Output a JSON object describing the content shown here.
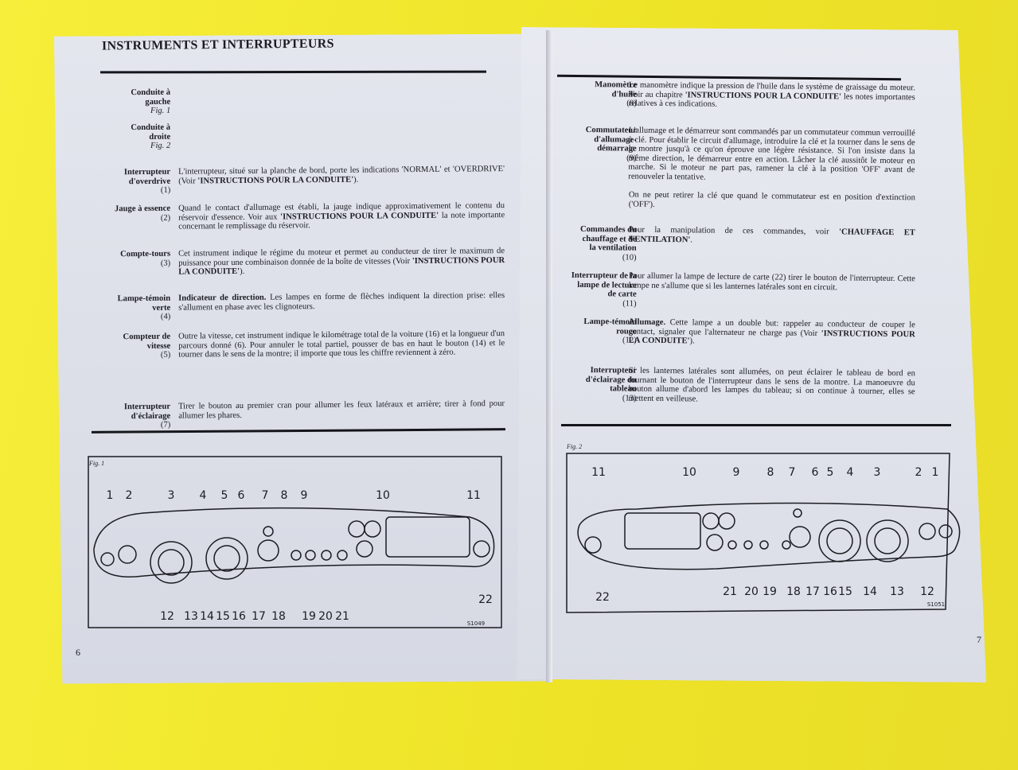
{
  "left_page": {
    "title": "INSTRUMENTS ET INTERRUPTEURS",
    "page_number": "6",
    "entries": [
      {
        "label": [
          "Conduite à",
          "gauche"
        ],
        "fig": "Fig. 1",
        "body": []
      },
      {
        "label": [
          "Conduite à",
          "droite"
        ],
        "fig": "Fig. 2",
        "body": []
      },
      {
        "label": [
          "Interrupteur",
          "d'overdrive"
        ],
        "num": "(1)",
        "body": [
          [
            "L'interrupteur, situé sur la planche de bord, porte les indications 'NORMAL' et 'OVERDRIVE' (Voir ",
            false
          ],
          [
            "'INSTRUCTIONS POUR LA CONDUITE'",
            true
          ],
          [
            ").",
            false
          ]
        ]
      },
      {
        "label": [
          "Jauge à essence"
        ],
        "num": "(2)",
        "body": [
          [
            "Quand le contact d'allumage est établi, la jauge indique approximativement le contenu du réservoir d'essence. Voir aux ",
            false
          ],
          [
            "'INSTRUCTIONS POUR LA CONDUITE'",
            true
          ],
          [
            " la note importante concernant le remplissage du réservoir.",
            false
          ]
        ]
      },
      {
        "label": [
          "Compte-tours"
        ],
        "num": "(3)",
        "body": [
          [
            "Cet instrument indique le régime du moteur et permet au conducteur de tirer le maximum de puissance pour une combinaison donnée de la boîte de vitesses (Voir ",
            false
          ],
          [
            "'INSTRUCTIONS POUR LA CONDUITE'",
            true
          ],
          [
            ").",
            false
          ]
        ]
      },
      {
        "label": [
          "Lampe-témoin",
          "verte"
        ],
        "num": "(4)",
        "body": [
          [
            "Indicateur de direction.",
            true
          ],
          [
            " Les lampes en forme de flèches indiquent la direction prise: elles s'allument en phase avec les clignoteurs.",
            false
          ]
        ]
      },
      {
        "label": [
          "Compteur de",
          "vitesse"
        ],
        "num": "(5)",
        "body": [
          [
            "Outre la vitesse, cet instrument indique le kilométrage total de la voiture (16) et la longueur d'un parcours donné (6). Pour annuler le total partiel, pousser de bas en haut le bouton (14) et le tourner dans le sens de la montre; il importe que tous les chiffre reviennent à zéro.",
            false
          ]
        ]
      },
      {
        "label": [
          "Interrupteur",
          "d'éclairage"
        ],
        "num": "(7)",
        "body": [
          [
            "Tirer le bouton au premier cran pour allumer les feux latéraux et arrière; tirer à fond pour allumer les phares.",
            false
          ]
        ]
      }
    ],
    "figure": {
      "caption": "Fig. 1",
      "code": "S1049",
      "top_labels": [
        "1",
        "2",
        "3",
        "4",
        "5",
        "6",
        "7",
        "8",
        "9",
        "10",
        "11"
      ],
      "bottom_labels": [
        "12",
        "13",
        "14",
        "15",
        "16",
        "17",
        "18",
        "19",
        "20",
        "21",
        "22"
      ]
    }
  },
  "right_page": {
    "page_number": "7",
    "entries": [
      {
        "label": [
          "Manomètre",
          "d'huile"
        ],
        "num": "(8)",
        "body": [
          [
            "Le manomètre indique la pression de l'huile dans le système de graissage du moteur. Voir au chapitre ",
            false
          ],
          [
            "'INSTRUCTIONS POUR LA CONDUITE'",
            true
          ],
          [
            " les notes importantes relatives à ces indications.",
            false
          ]
        ]
      },
      {
        "label": [
          "Commutateur",
          "d'allumage-",
          "démarrage"
        ],
        "num": "(9)",
        "body": [
          [
            "L'allumage et le démarreur sont commandés par un commutateur commun verrouillé à clé. Pour établir le circuit d'allumage, introduire la clé et la tourner dans le sens de la montre jusqu'à ce qu'on éprouve une légère résistance. Si l'on insiste dans la même direction, le démarreur entre en action. Lâcher la clé aussitôt le moteur en marche. Si le moteur ne part pas, ramener la clé à la position 'OFF' avant de renouveler la tentative.",
            false
          ]
        ]
      },
      {
        "label": [],
        "body": [
          [
            "On ne peut retirer la clé que quand le commutateur est en position d'extinction ('OFF').",
            false
          ]
        ]
      },
      {
        "label": [
          "Commandes du",
          "chauffage et de",
          "la ventilation"
        ],
        "num": "(10)",
        "body": [
          [
            "Pour la manipulation de ces commandes, voir ",
            false
          ],
          [
            "'CHAUFFAGE ET VENTILATION'",
            true
          ],
          [
            ".",
            false
          ]
        ]
      },
      {
        "label": [
          "Interrupteur de la",
          "lampe de lecture",
          "de carte"
        ],
        "num": "(11)",
        "body": [
          [
            "Pour allumer la lampe de lecture de carte (22) tirer le bouton de l'interrupteur. Cette lampe ne s'allume que si les lanternes latérales sont en circuit.",
            false
          ]
        ]
      },
      {
        "label": [
          "Lampe-témoin",
          "rouge"
        ],
        "num": "(12)",
        "body": [
          [
            "Allumage.",
            true
          ],
          [
            " Cette lampe a un double but: rappeler au conducteur de couper le contact, signaler que l'alternateur ne charge pas (Voir ",
            false
          ],
          [
            "'INSTRUCTIONS POUR LA CONDUITE'",
            true
          ],
          [
            ").",
            false
          ]
        ]
      },
      {
        "label": [
          "Interrupteur",
          "d'éclairage du",
          "tableau"
        ],
        "num": "(13)",
        "body": [
          [
            "Si les lanternes latérales sont allumées, on peut éclairer le tableau de bord en tournant le bouton de l'interrupteur dans le sens de la montre. La manoeuvre du bouton allume d'abord les lampes du tableau; si on continue à tourner, elles se mettent en veilleuse.",
            false
          ]
        ]
      }
    ],
    "figure": {
      "caption": "Fig. 2",
      "code": "S1051",
      "top_labels": [
        "11",
        "10",
        "9",
        "8",
        "7",
        "6",
        "5",
        "4",
        "3",
        "2",
        "1"
      ],
      "bottom_labels": [
        "22",
        "21",
        "20",
        "19",
        "18",
        "17",
        "16",
        "15",
        "14",
        "13",
        "12"
      ]
    }
  },
  "colors": {
    "background": "#f2e92a",
    "paper": "#dfe2ea",
    "ink": "#1b1c22"
  }
}
